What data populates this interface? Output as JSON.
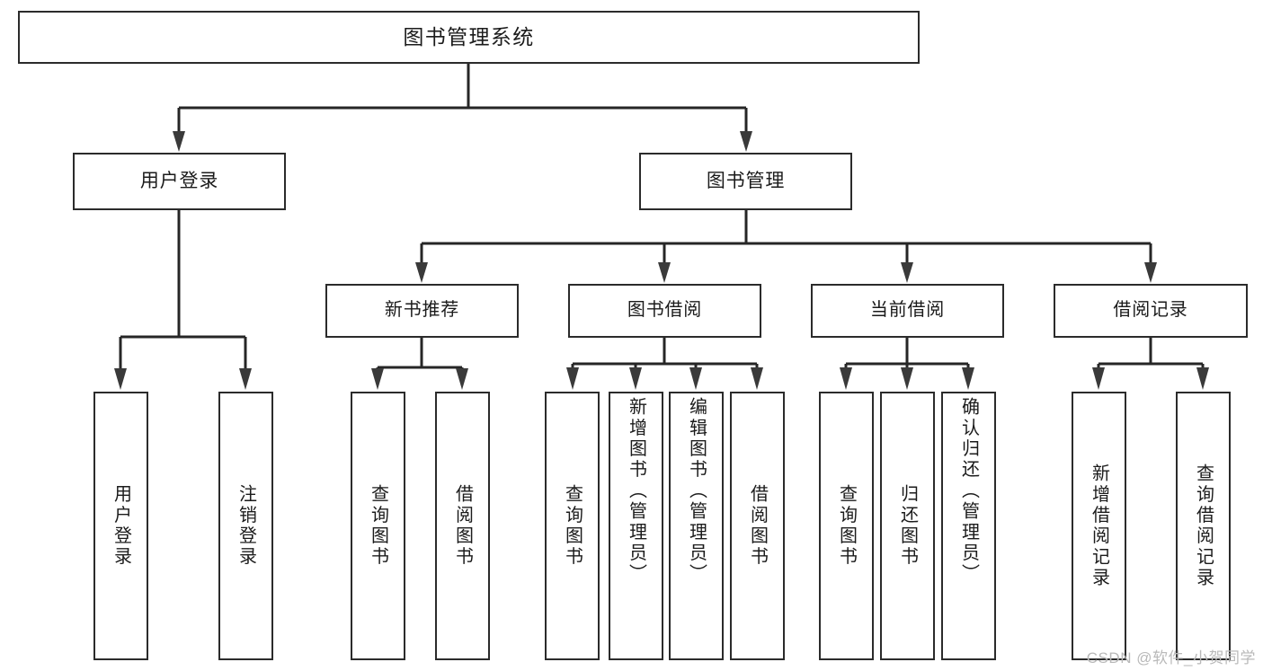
{
  "diagram": {
    "title": "图书管理系统",
    "type": "tree",
    "watermark": "CSDN @软件_小贺同学"
  },
  "root": {
    "label": "图书管理系统"
  },
  "level2": [
    {
      "label": "用户登录"
    },
    {
      "label": "图书管理"
    }
  ],
  "level3": [
    {
      "label": "新书推荐"
    },
    {
      "label": "图书借阅"
    },
    {
      "label": "当前借阅"
    },
    {
      "label": "借阅记录"
    }
  ],
  "leaves": {
    "user_login": [
      {
        "label": "用户登录"
      },
      {
        "label": "注销登录"
      }
    ],
    "new_book": [
      {
        "label": "查询图书"
      },
      {
        "label": "借阅图书"
      }
    ],
    "book_borrow": [
      {
        "label": "查询图书"
      },
      {
        "label": "新增图书（管理员）"
      },
      {
        "label": "编辑图书（管理员）"
      },
      {
        "label": "借阅图书"
      }
    ],
    "current_borrow": [
      {
        "label": "查询图书"
      },
      {
        "label": "归还图书"
      },
      {
        "label": "确认归还（管理员）"
      }
    ],
    "borrow_record": [
      {
        "label": "新增借阅记录"
      },
      {
        "label": "查询借阅记录"
      }
    ]
  },
  "colors": {
    "border": "#2b2b2b",
    "text": "#1b1b1b",
    "background": "#ffffff",
    "connector": "#262626",
    "watermark": "#b9b9b9"
  }
}
